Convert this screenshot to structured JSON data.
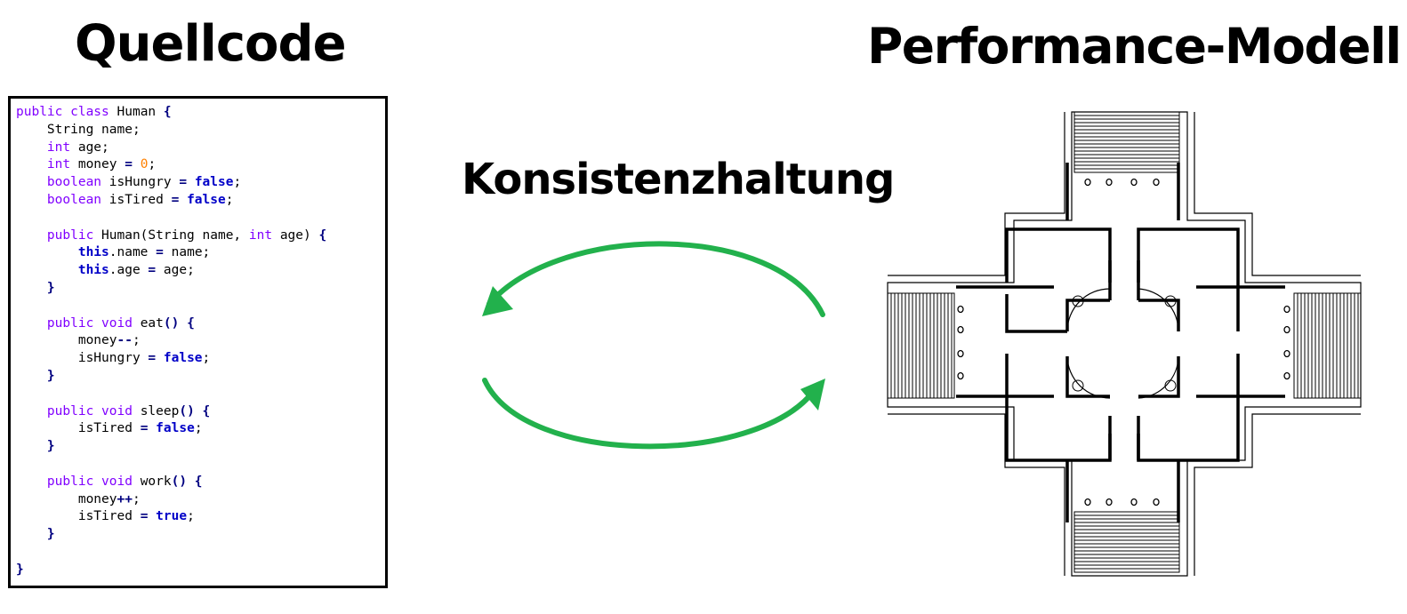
{
  "titles": {
    "source": "Quellcode",
    "model": "Performance-Modell",
    "center": "Konsistenzhaltung"
  },
  "colors": {
    "arrow": "#22b14c",
    "keyword": "#8000ff",
    "bold_keyword": "#0000c8",
    "number": "#ff8000",
    "operator": "#000080"
  },
  "code_lines": [
    [
      [
        "kw",
        "public class "
      ],
      [
        "",
        "Human "
      ],
      [
        "op",
        "{"
      ]
    ],
    [
      [
        "",
        "    String name;"
      ]
    ],
    [
      [
        "kw",
        "    int "
      ],
      [
        "",
        "age;"
      ]
    ],
    [
      [
        "kw",
        "    int "
      ],
      [
        "",
        "money "
      ],
      [
        "op",
        "= "
      ],
      [
        "num",
        "0"
      ],
      [
        "",
        ";"
      ]
    ],
    [
      [
        "kw",
        "    boolean "
      ],
      [
        "",
        "isHungry "
      ],
      [
        "op",
        "= "
      ],
      [
        "bkw",
        "false"
      ],
      [
        "",
        ";"
      ]
    ],
    [
      [
        "kw",
        "    boolean "
      ],
      [
        "",
        "isTired "
      ],
      [
        "op",
        "= "
      ],
      [
        "bkw",
        "false"
      ],
      [
        "",
        ";"
      ]
    ],
    [
      [
        "",
        ""
      ]
    ],
    [
      [
        "kw",
        "    public "
      ],
      [
        "",
        "Human(String name, "
      ],
      [
        "kw",
        "int "
      ],
      [
        "",
        "age) "
      ],
      [
        "op",
        "{"
      ]
    ],
    [
      [
        "bkw",
        "        this"
      ],
      [
        "",
        ".name "
      ],
      [
        "op",
        "= "
      ],
      [
        "",
        "name;"
      ]
    ],
    [
      [
        "bkw",
        "        this"
      ],
      [
        "",
        ".age "
      ],
      [
        "op",
        "= "
      ],
      [
        "",
        "age;"
      ]
    ],
    [
      [
        "op",
        "    }"
      ]
    ],
    [
      [
        "",
        ""
      ]
    ],
    [
      [
        "kw",
        "    public void "
      ],
      [
        "",
        "eat"
      ],
      [
        "op",
        "() {"
      ]
    ],
    [
      [
        "",
        "        money"
      ],
      [
        "op",
        "--"
      ],
      [
        "",
        ";"
      ]
    ],
    [
      [
        "",
        "        isHungry "
      ],
      [
        "op",
        "= "
      ],
      [
        "bkw",
        "false"
      ],
      [
        "",
        ";"
      ]
    ],
    [
      [
        "op",
        "    }"
      ]
    ],
    [
      [
        "",
        ""
      ]
    ],
    [
      [
        "kw",
        "    public void "
      ],
      [
        "",
        "sleep"
      ],
      [
        "op",
        "() {"
      ]
    ],
    [
      [
        "",
        "        isTired "
      ],
      [
        "op",
        "= "
      ],
      [
        "bkw",
        "false"
      ],
      [
        "",
        ";"
      ]
    ],
    [
      [
        "op",
        "    }"
      ]
    ],
    [
      [
        "",
        ""
      ]
    ],
    [
      [
        "kw",
        "    public void "
      ],
      [
        "",
        "work"
      ],
      [
        "op",
        "() {"
      ]
    ],
    [
      [
        "",
        "        money"
      ],
      [
        "op",
        "++"
      ],
      [
        "",
        ";"
      ]
    ],
    [
      [
        "",
        "        isTired "
      ],
      [
        "op",
        "= "
      ],
      [
        "bkw",
        "true"
      ],
      [
        "",
        ";"
      ]
    ],
    [
      [
        "op",
        "    }"
      ]
    ],
    [
      [
        "",
        ""
      ]
    ],
    [
      [
        "op",
        "}"
      ]
    ]
  ]
}
